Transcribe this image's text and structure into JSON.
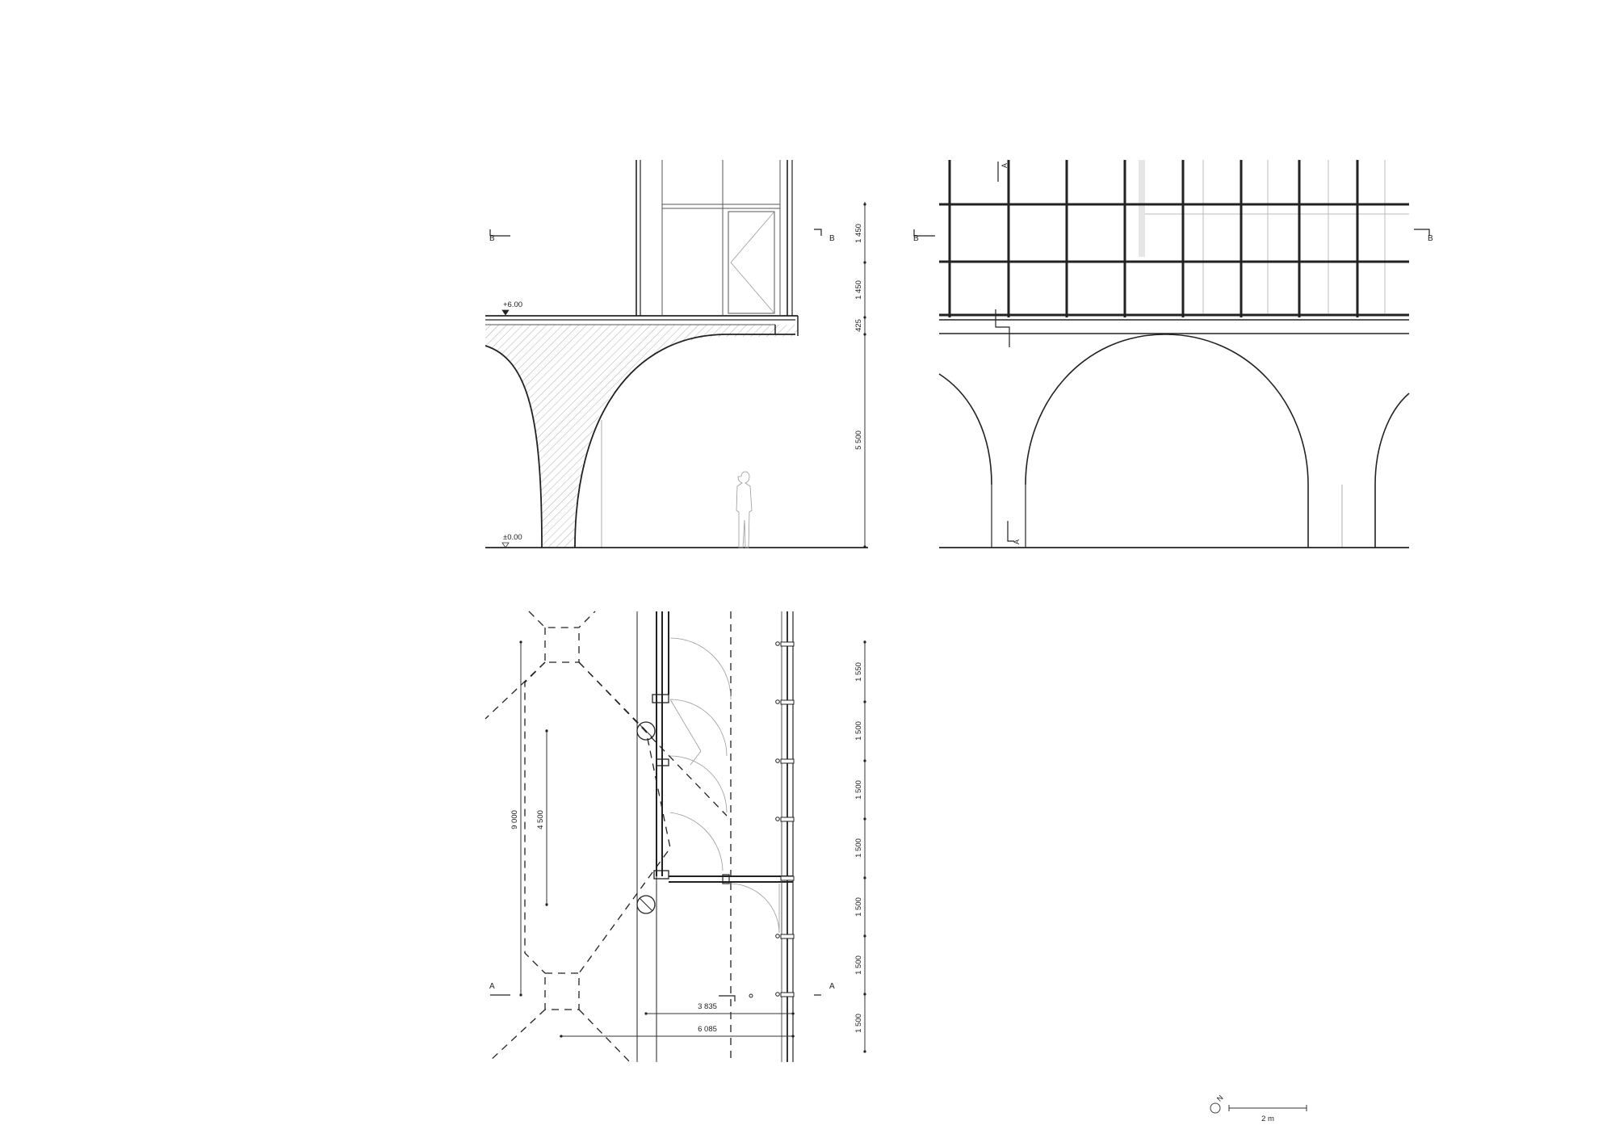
{
  "section": {
    "level_top": "+6.00",
    "level_ground": "±0.00",
    "cut_marker_left": "B",
    "cut_marker_right": "B",
    "dimensions": [
      "1 450",
      "1 450",
      "425",
      "5 500"
    ]
  },
  "elevation": {
    "cut_marker_left": "B",
    "cut_marker_right": "B",
    "section_marker_top": "A",
    "section_marker_bottom": "A"
  },
  "plan": {
    "cut_marker_left": "A",
    "cut_marker_right": "A",
    "dim_total": "9 000",
    "dim_half": "4 500",
    "dim_short": "3 835",
    "dim_long": "6 085",
    "bay_dimensions": [
      "1 550",
      "1 500",
      "1 500",
      "1 500",
      "1 500",
      "1 500",
      "1 500"
    ]
  },
  "legend": {
    "north_label": "N",
    "scale_label": "2 m"
  }
}
